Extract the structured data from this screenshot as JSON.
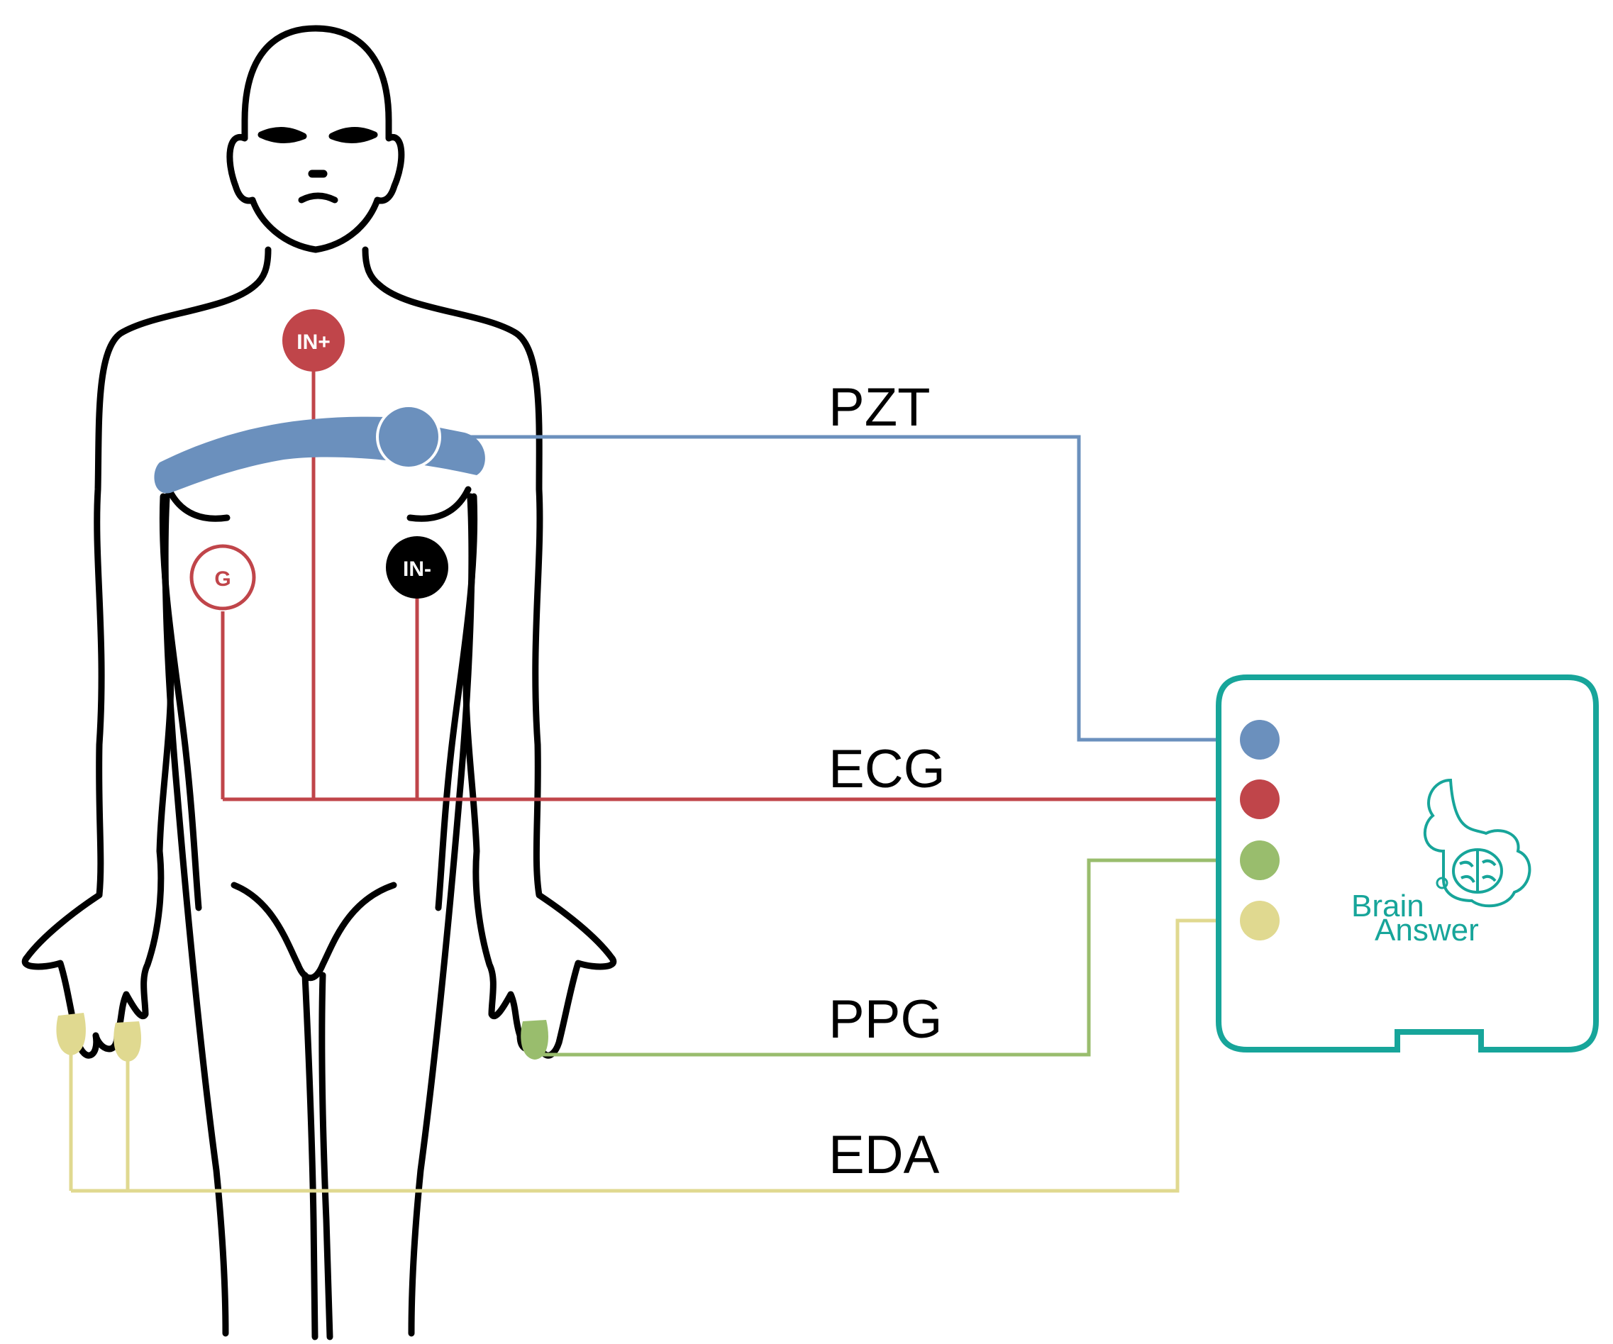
{
  "signals": {
    "pzt": "PZT",
    "ecg": "ECG",
    "ppg": "PPG",
    "eda": "EDA"
  },
  "electrodes": {
    "in_plus": "IN+",
    "in_minus": "IN-",
    "ground": "G"
  },
  "logo": {
    "line1": "Brain",
    "line2": "Answer"
  },
  "colors": {
    "pzt": "#6b90bd",
    "ecg": "#c0454a",
    "ppg": "#99bd6d",
    "eda": "#e0d990",
    "device": "#17a59a",
    "body": "#000000"
  }
}
